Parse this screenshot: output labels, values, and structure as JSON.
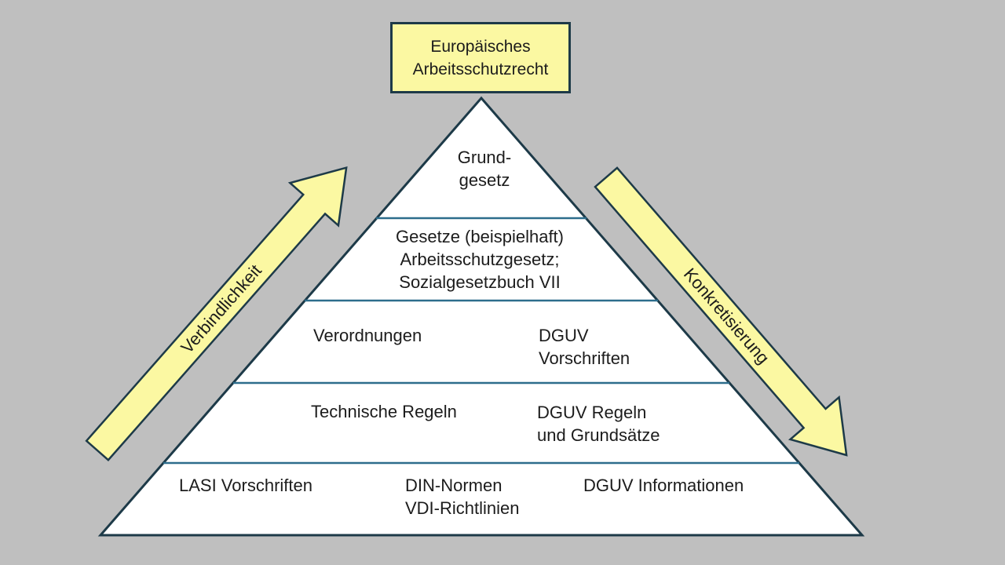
{
  "title": "Pyramide des Arbeitsschutzrechts",
  "colors": {
    "background": "#bfbfbf",
    "accent_yellow": "#fbf8a2",
    "outline_dark": "#1d3a48",
    "divider_blue": "#2d6d8c",
    "pyramid_fill": "#ffffff",
    "text": "#1c1c1c"
  },
  "top_box": {
    "label": "Europäisches\nArbeitsschutzrecht"
  },
  "arrows": {
    "left": {
      "label": "Verbindlichkeit",
      "direction": "up"
    },
    "right": {
      "label": "Konkretisierung",
      "direction": "down"
    }
  },
  "pyramid": {
    "levels": [
      {
        "row": 1,
        "items": [
          {
            "text": "Grund-\ngesetz"
          }
        ]
      },
      {
        "row": 2,
        "items": [
          {
            "text": "Gesetze (beispielhaft)\nArbeitsschutzgesetz;\nSozialgesetzbuch VII"
          }
        ]
      },
      {
        "row": 3,
        "items": [
          {
            "text": "Verordnungen"
          },
          {
            "text": "DGUV\nVorschriften"
          }
        ]
      },
      {
        "row": 4,
        "items": [
          {
            "text": "Technische Regeln"
          },
          {
            "text": "DGUV Regeln\nund Grundsätze"
          }
        ]
      },
      {
        "row": 5,
        "items": [
          {
            "text": "LASI Vorschriften"
          },
          {
            "text": "DIN-Normen\nVDI-Richtlinien"
          },
          {
            "text": "DGUV Informationen"
          }
        ]
      }
    ]
  }
}
